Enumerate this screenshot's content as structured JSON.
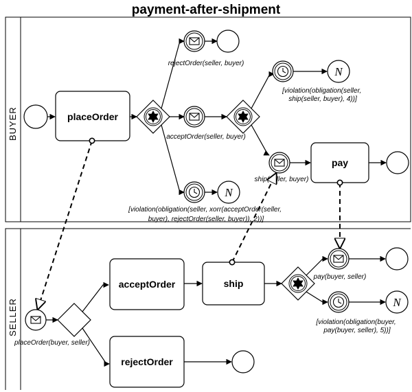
{
  "title": "payment-after-shipment",
  "lanes": {
    "buyer": "BUYER",
    "seller": "SELLER"
  },
  "tasks": {
    "place_order": "placeOrder",
    "pay": "pay",
    "accept_order": "acceptOrder",
    "ship": "ship",
    "reject_order": "rejectOrder"
  },
  "annotations": {
    "reject_order_msg": "rejectOrder(seller, buyer)",
    "violation_ship": [
      "[violation(obligation(seller,",
      "ship(seller, buyer), 4))]"
    ],
    "accept_order_msg": "acceptOrder(seller, buyer)",
    "ship_msg": "ship(seller, buyer)",
    "violation_xorr": [
      "[violation(obligation(seller, xorr(acceptOrder(seller,",
      "buyer), rejectOrder(seller, buyer)), 2))]"
    ],
    "pay_msg": "pay(buyer, seller)",
    "violation_pay": [
      "[violation(obligation(buyer,",
      "pay(buyer, seller), 5))]"
    ],
    "place_order_msg": "placeOrder(buyer, seller)"
  },
  "icons": {
    "error_glyph": "N"
  }
}
